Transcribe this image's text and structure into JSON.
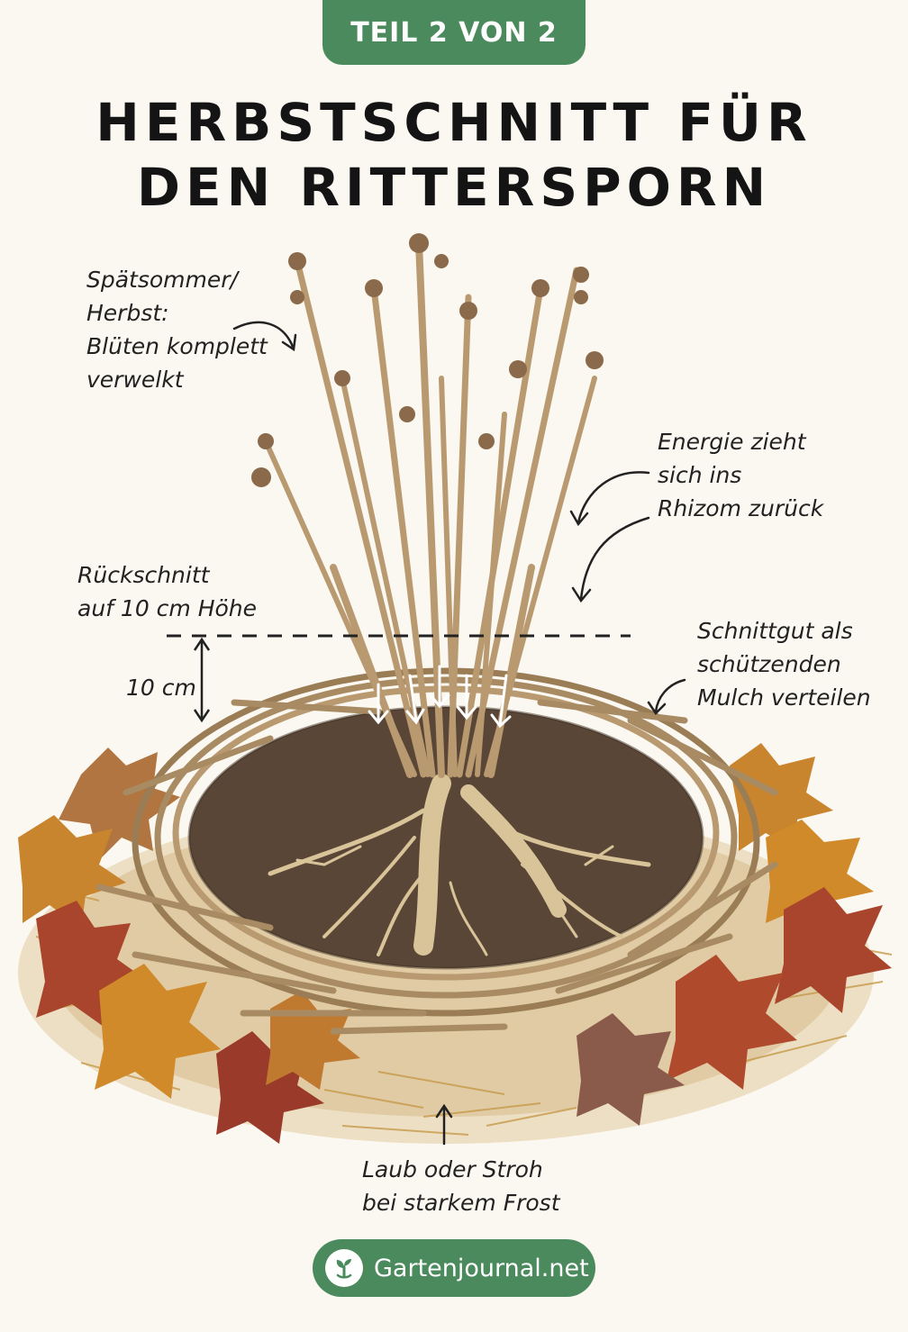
{
  "badge": "TEIL 2 VON 2",
  "title": [
    "HERBSTSCHNITT FÜR",
    "DEN RITTERSPORN"
  ],
  "annotations": {
    "bloom": [
      "Spätsommer/",
      "Herbst:",
      "Blüten komplett",
      "verwelkt"
    ],
    "energy": [
      "Energie zieht",
      "sich ins",
      "Rhizom zurück"
    ],
    "cut": [
      "Rückschnitt",
      "auf 10 cm Höhe"
    ],
    "height": "10 cm",
    "mulch": [
      "Schnittgut als",
      "schützenden",
      "Mulch verteilen"
    ],
    "leaves": [
      "Laub oder Stroh",
      "bei starkem Frost"
    ]
  },
  "footer": {
    "brand": "Gartenjournal.net",
    "icon": "seedling-icon"
  },
  "colors": {
    "accent": "#4a8a5c",
    "stem": "#b99a70",
    "soil": "#5a4636",
    "leaf_orange": "#c9852e",
    "leaf_red": "#a8452c"
  }
}
